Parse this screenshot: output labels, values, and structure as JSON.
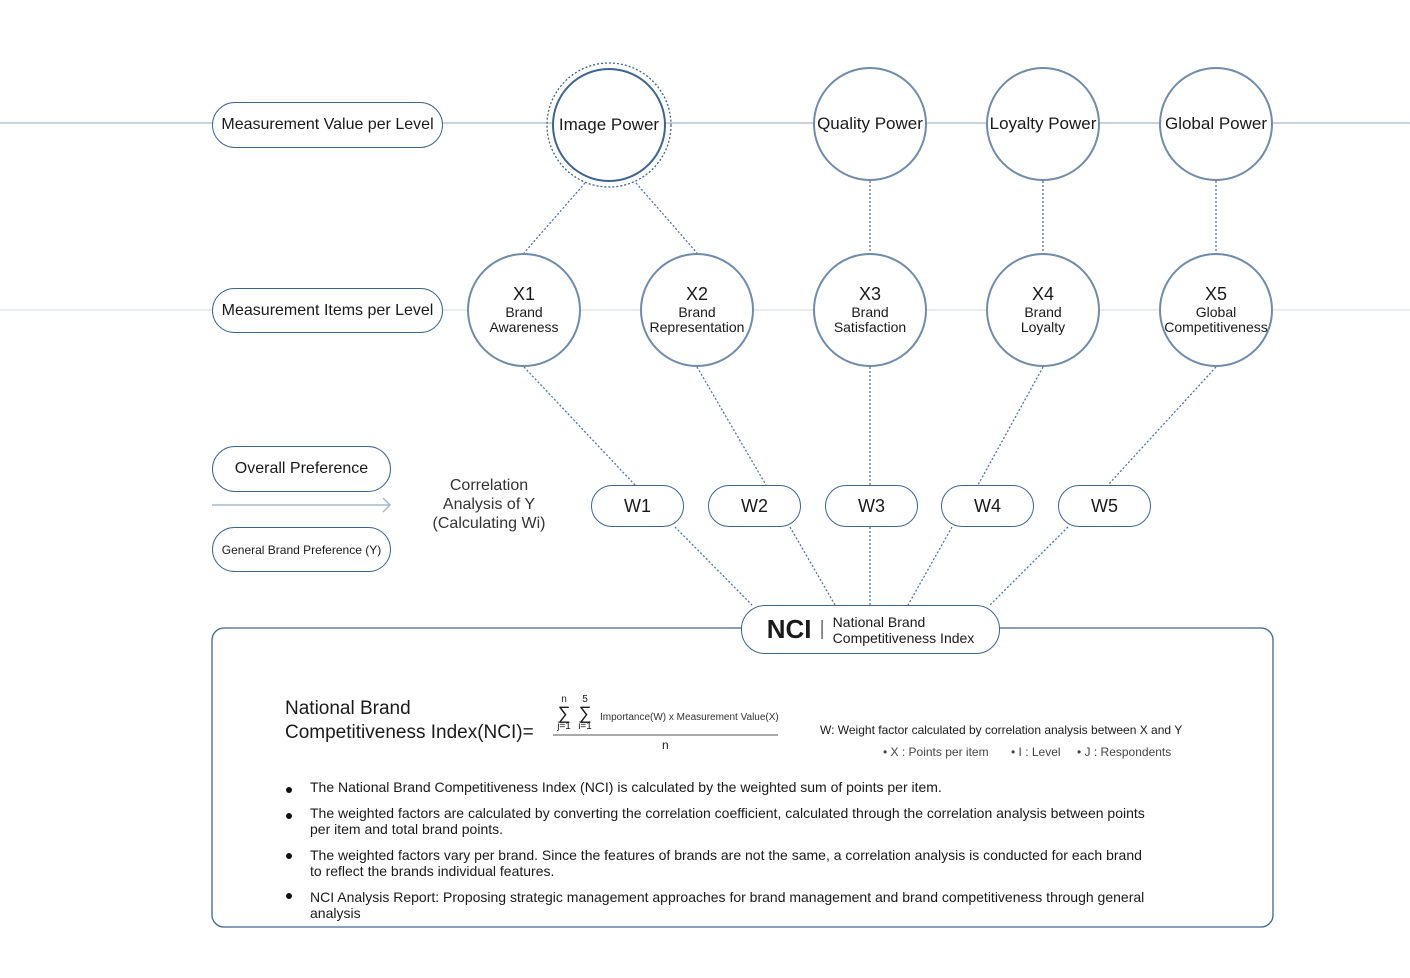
{
  "levels": {
    "value_label": "Measurement Value per Level",
    "items_label": "Measurement Items per Level"
  },
  "powers": [
    "Image Power",
    "Quality Power",
    "Loyalty Power",
    "Global Power"
  ],
  "items": [
    {
      "code": "X1",
      "l1": "Brand",
      "l2": "Awareness"
    },
    {
      "code": "X2",
      "l1": "Brand",
      "l2": "Representation"
    },
    {
      "code": "X3",
      "l1": "Brand",
      "l2": "Satisfaction"
    },
    {
      "code": "X4",
      "l1": "Brand",
      "l2": "Loyalty"
    },
    {
      "code": "X5",
      "l1": "Global",
      "l2": "Competitiveness"
    }
  ],
  "weights": [
    "W1",
    "W2",
    "W3",
    "W4",
    "W5"
  ],
  "preference": {
    "overall": "Overall Preference",
    "general": "General Brand Preference (Y)",
    "correlation": [
      "Correlation",
      "Analysis of Y",
      "(Calculating Wi)"
    ]
  },
  "nci": {
    "abbr": "NCI",
    "sep": "|",
    "l1": "National Brand",
    "l2": "Competitiveness Index"
  },
  "formula": {
    "lhs1": "National Brand",
    "lhs2": "Competitiveness Index(NCI)=",
    "sum1_top": "n",
    "sum1_bot": "j=1",
    "sum2_top": "5",
    "sum2_bot": "i=1",
    "sigma": "∑",
    "numerator": "Importance(W) x Measurement Value(X)",
    "denominator": "n"
  },
  "notes": {
    "w": "W: Weight factor calculated by correlation analysis between X and Y",
    "x": "• X : Points per item",
    "i": "• I : Level",
    "j": "• J : Respondents"
  },
  "bullets": [
    "The National Brand Competitiveness Index (NCI) is calculated by the weighted sum of points per item.",
    "The weighted factors are calculated by converting the correlation coefficient, calculated through the correlation analysis between points per item and total brand points.",
    "The weighted factors vary per brand. Since the features of brands are not the same, a correlation analysis is conducted for each brand to reflect the brands individual features.",
    "NCI Analysis Report: Proposing strategic management approaches for brand management and brand competitiveness through general analysis"
  ]
}
